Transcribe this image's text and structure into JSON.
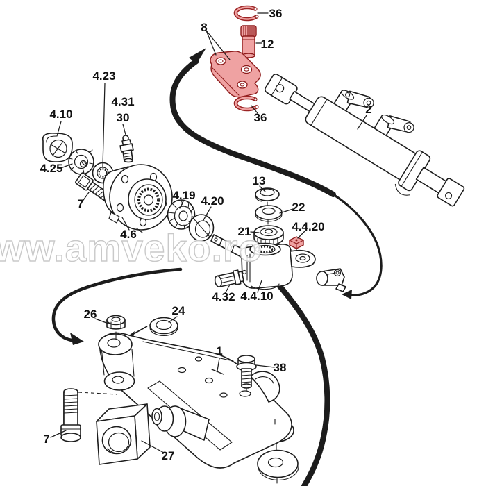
{
  "diagram": {
    "watermark": "ww.amveko.ro",
    "labels": {
      "ring_top": "36",
      "link_arm": "8",
      "pin": "12",
      "ring_bottom": "36",
      "cylinder": "2",
      "washer_4_23": "4.23",
      "fitting_4_31": "4.31",
      "fitting_30": "30",
      "cap_4_10": "4.10",
      "nut_4_25": "4.25",
      "bolt_upper": "7",
      "hub": "4.6",
      "bearing_4_19": "4.19",
      "seal_4_20": "4.20",
      "cap_13": "13",
      "washer_22": "22",
      "bearing_21": "21",
      "nut_4_4_20": "4.4.20",
      "plug_4_32": "4.32",
      "knuckle_4_4_10": "4.4.10",
      "nut_26": "26",
      "washer_24": "24",
      "axle_1": "1",
      "bolt_38": "38",
      "bolt_lower": "7",
      "block_27": "27"
    },
    "highlighted_parts": [
      "8",
      "12",
      "36",
      "4.4.20"
    ],
    "colors": {
      "line": "#1c1c1c",
      "highlight_fill": "#efa2a2",
      "highlight_stroke": "#8e1b1b",
      "watermark_fill": "#ffffff",
      "watermark_outline": "#c9c9c9",
      "background": "#ffffff"
    }
  }
}
